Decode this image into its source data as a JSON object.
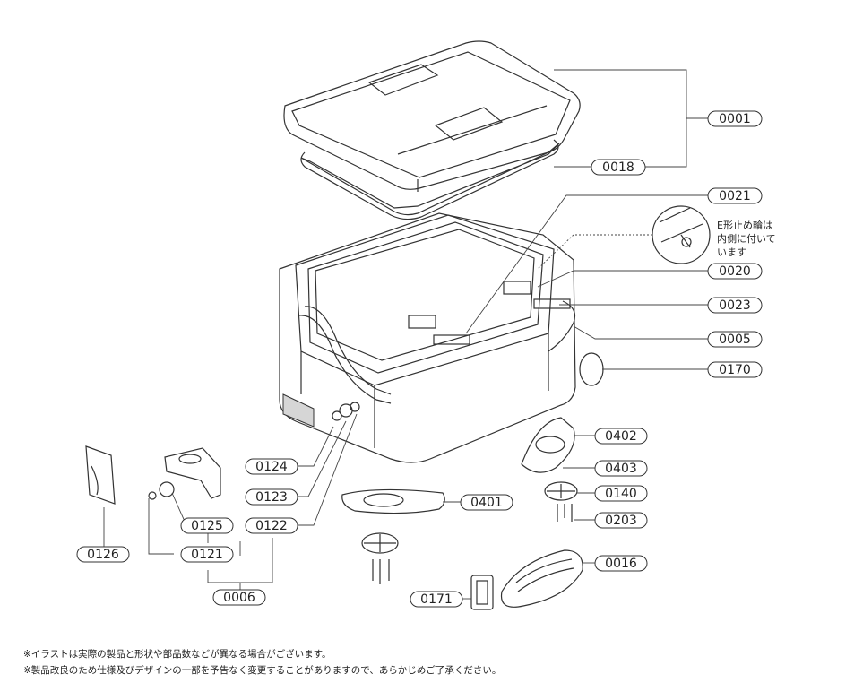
{
  "parts": {
    "p0001": "0001",
    "p0018": "0018",
    "p0021": "0021",
    "p0020": "0020",
    "p0023": "0023",
    "p0005": "0005",
    "p0170": "0170",
    "p0402": "0402",
    "p0403": "0403",
    "p0140": "0140",
    "p0203": "0203",
    "p0401": "0401",
    "p0016": "0016",
    "p0171": "0171",
    "p0124": "0124",
    "p0123": "0123",
    "p0122": "0122",
    "p0125": "0125",
    "p0121": "0121",
    "p0126": "0126",
    "p0006": "0006"
  },
  "detail_note": {
    "line1": "E形止め輪は",
    "line2": "内側に付いて",
    "line3": "います"
  },
  "notes": {
    "line1": "※イラストは実際の製品と形状や部品数などが異なる場合がございます。",
    "line2": "※製品改良のため仕様及びデザインの一部を予告なく変更することがありますので、あらかじめご了承ください。"
  }
}
